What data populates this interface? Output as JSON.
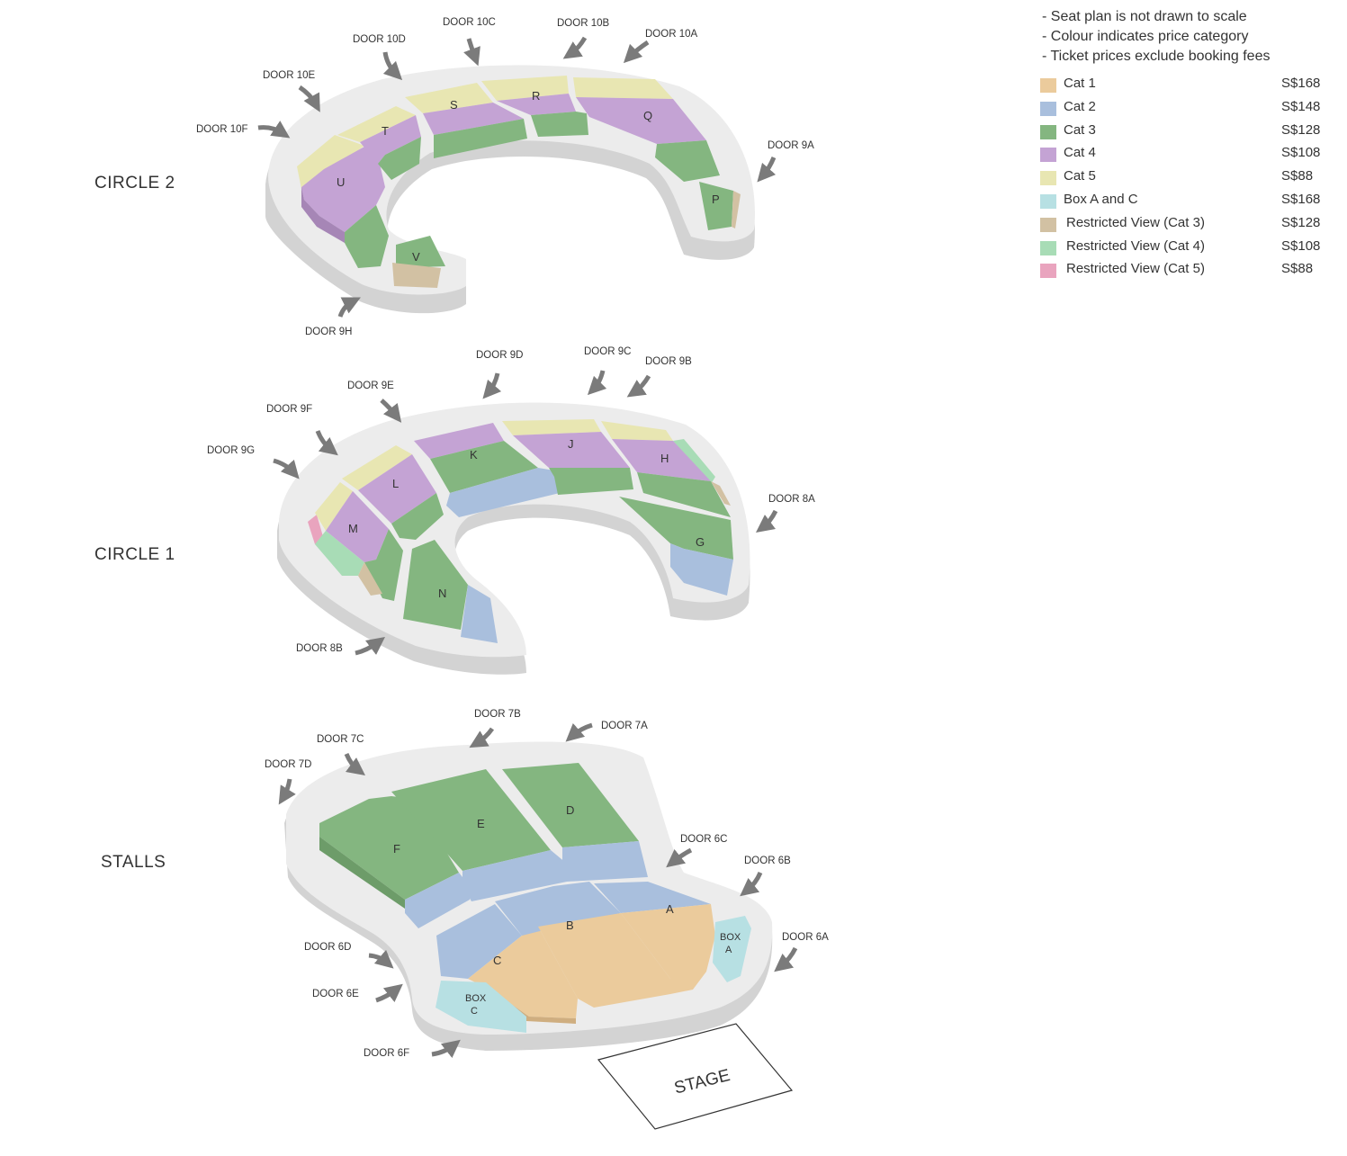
{
  "notes": [
    "- Seat plan is not drawn to scale",
    "- Colour indicates price category",
    "- Ticket prices exclude booking fees"
  ],
  "legend": [
    {
      "name": "Cat 1",
      "price": "S$168",
      "color": "#ebcb9c"
    },
    {
      "name": "Cat 2",
      "price": "S$148",
      "color": "#a9bfdd"
    },
    {
      "name": "Cat 3",
      "price": "S$128",
      "color": "#84b680"
    },
    {
      "name": "Cat 4",
      "price": "S$108",
      "color": "#c4a3d4"
    },
    {
      "name": "Cat 5",
      "price": "S$88",
      "color": "#e8e6b2"
    },
    {
      "name": "Box A and C",
      "price": "S$168",
      "color": "#b7e0e3"
    },
    {
      "name": "Restricted View (Cat 3)",
      "price": "S$128",
      "color": "#d2c1a3"
    },
    {
      "name": "Restricted View (Cat 4)",
      "price": "S$108",
      "color": "#a8dcb6"
    },
    {
      "name": "Restricted View (Cat 5)",
      "price": "S$88",
      "color": "#e9a4be"
    }
  ],
  "levels": {
    "circle2": {
      "label": "CIRCLE 2",
      "sections": [
        "U",
        "T",
        "S",
        "R",
        "Q",
        "P",
        "V"
      ],
      "doors": [
        "DOOR 10F",
        "DOOR 10E",
        "DOOR 10D",
        "DOOR 10C",
        "DOOR 10B",
        "DOOR 10A",
        "DOOR 9A",
        "DOOR 9H"
      ]
    },
    "circle1": {
      "label": "CIRCLE 1",
      "sections": [
        "M",
        "L",
        "K",
        "J",
        "H",
        "G",
        "N"
      ],
      "doors": [
        "DOOR 9G",
        "DOOR 9F",
        "DOOR 9E",
        "DOOR 9D",
        "DOOR 9C",
        "DOOR 9B",
        "DOOR 8A",
        "DOOR 8B"
      ]
    },
    "stalls": {
      "label": "STALLS",
      "sections": [
        "F",
        "E",
        "D",
        "C",
        "B",
        "A"
      ],
      "boxes": {
        "a": [
          "BOX",
          "A"
        ],
        "c": [
          "BOX",
          "C"
        ]
      },
      "doors": [
        "DOOR 7D",
        "DOOR 7C",
        "DOOR 7B",
        "DOOR 7A",
        "DOOR 6C",
        "DOOR 6B",
        "DOOR 6A",
        "DOOR 6D",
        "DOOR 6E",
        "DOOR 6F"
      ],
      "stage": "STAGE"
    }
  }
}
